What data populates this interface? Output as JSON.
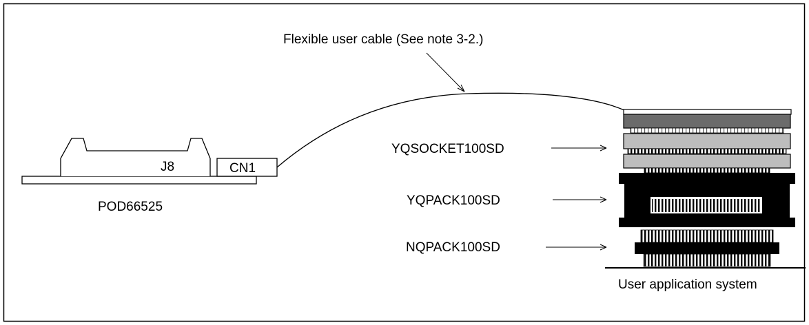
{
  "labels": {
    "cable": "Flexible user cable (See note 3-2.)",
    "j8": "J8",
    "cn1": "CN1",
    "pod": "POD66525",
    "yqsocket": "YQSOCKET100SD",
    "yqpack": "YQPACK100SD",
    "nqpack": "NQPACK100SD",
    "user_system": "User application system"
  },
  "colors": {
    "frame": "#000000",
    "top_board": "#6b6b6b",
    "socket_gray": "#bdbdbd",
    "pack_black": "#000000"
  }
}
